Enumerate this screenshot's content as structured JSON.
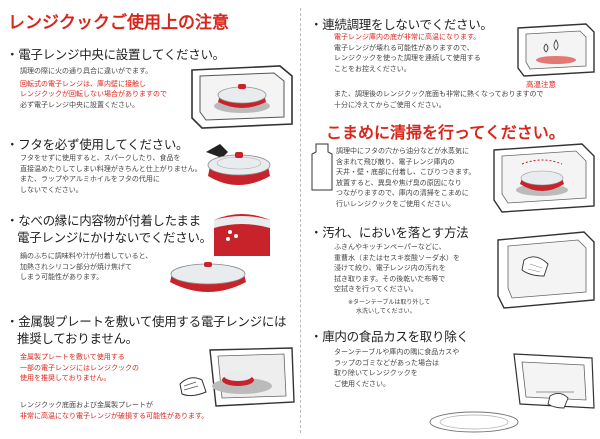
{
  "title": "レンジクックご使用上の注意",
  "sections": {
    "center": {
      "heading": "・電子レンジ中央に設置してください。",
      "lines": [
        "調理の際に火の通り具合に違いがでます。"
      ],
      "red_lines": [
        "回転式の電子レンジは、庫内壁に接触し",
        "レンジクックが回転しない場合がありますので"
      ],
      "tail_lines": [
        "必ず電子レンジ中央に設置ください。"
      ]
    },
    "lid": {
      "heading": "・フタを必ず使用してください。",
      "lines": [
        "フタをせずに使用すると、スパークしたり、食品を",
        "直接温めたりしてしまい料理がきちんと仕上がりません。",
        "また、ラップやアルミホイルをフタの代用に",
        "しないでください。"
      ]
    },
    "rim": {
      "heading_lines": [
        "・なべの縁に内容物が付着したまま",
        "電子レンジにかけないでください。"
      ],
      "lines": [
        "鍋のふちに調味料や汁が付着していると、",
        "加熱されシリコン部分が焼け焦げて",
        "しまう可能性があります。"
      ]
    },
    "plate": {
      "heading_lines": [
        "・金属製プレートを敷いて使用する電子レンジには",
        "推奨しておりません。"
      ],
      "red_lines": [
        "金属製プレートを敷いて使用する",
        "一部の電子レンジにはレンジクックの",
        "使用を推奨しておりません。"
      ],
      "lines": [
        "レンジクック底面および金属製プレートが"
      ],
      "last_red": "非常に高温になり電子レンジが破損する可能性があります。"
    },
    "continuous": {
      "heading": "・連続調理をしないでください。",
      "red_lines": [
        "電子レンジ庫内の底が非常に高温になります。"
      ],
      "lines": [
        "電子レンジが壊れる可能性がありますので、",
        "レンジクックを使った調理を連続して使用する",
        "ことをお控えください。"
      ],
      "label": "高温注意",
      "note_lines": [
        "また、調理後のレンジクック底面も非常に熱くなっておりますので",
        "十分に冷えてからご使用ください。"
      ]
    },
    "clean_title": "こまめに清掃を行ってください。",
    "inside": {
      "lines": [
        "調理中にフタの穴から油分などが水蒸気に",
        "含まれて飛び散り、電子レンジ庫内の",
        "天井・壁・底部に付着し、こびりつきます。",
        "放置すると、異臭や焦げ臭の原因になり",
        "つながりますので、庫内の清掃をこまめに",
        "行いレンジクックをご使用ください。"
      ]
    },
    "smell": {
      "heading": "・汚れ、においを落とす方法",
      "lines": [
        "ふきんやキッチンペーパーなどに、",
        "重曹水（またはセスキ炭酸ソーダ水）を",
        "浸けて絞り、電子レンジ内の汚れを",
        "拭き取ります。その後乾いた布等で",
        "空拭きを行ってください。"
      ],
      "note_lines": [
        "※ターンテーブルは取り外して",
        "水洗いしてください。"
      ]
    },
    "crumbs": {
      "heading": "・庫内の食品カスを取り除く",
      "lines": [
        "ターンテーブルや庫内の隅に食品カスや",
        "ラップのゴミなどがあった場合は",
        "取り除いてレンジクックを",
        "ご使用ください。"
      ]
    }
  },
  "colors": {
    "accent": "#d9261c",
    "pot": "#c8222a",
    "lid": "#e9ecef"
  }
}
